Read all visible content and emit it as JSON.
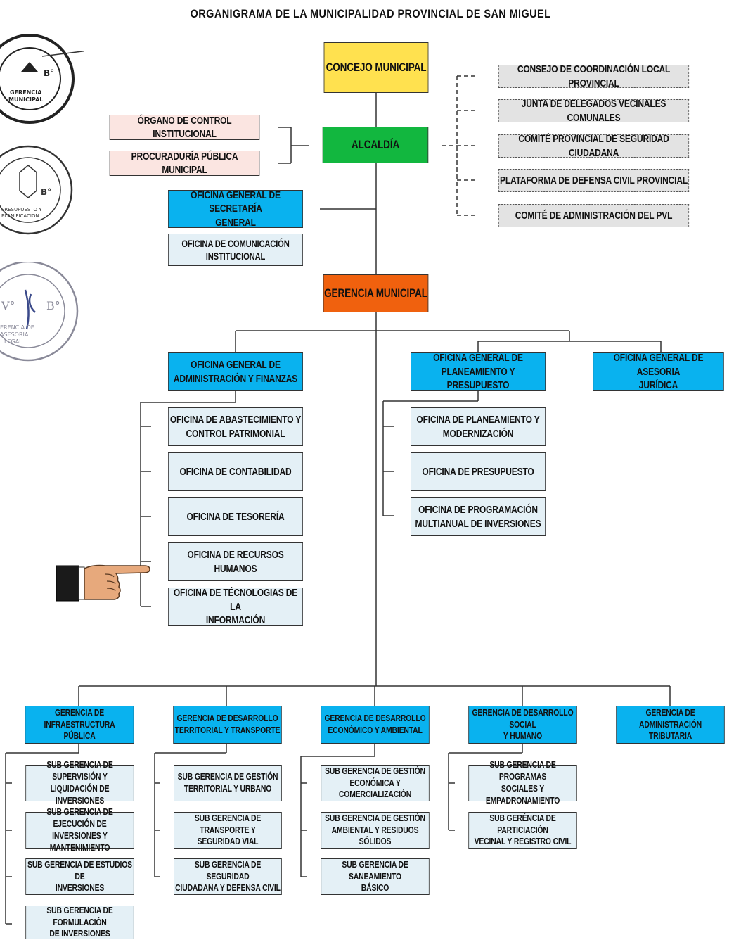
{
  "title": "ORGANIGRAMA DE LA MUNICIPALIDAD PROVINCIAL DE SAN MIGUEL",
  "stamps": {
    "s1": "GERENCIA MUNICIPAL",
    "s2": "PRESUPUESTO Y PLANIFICACION",
    "s3": "GERENCIA DE ASESORIA LEGAL"
  },
  "top": {
    "concejo": "CONCEJO MUNICIPAL",
    "alcaldia": "ALCALDÍA",
    "gerencia_municipal": "GERENCIA MUNICIPAL"
  },
  "left_advisory": {
    "oci": "ÓRGANO DE CONTROL INSTITUCIONAL",
    "procuraduria": "PROCURADURÍA PÚBLICA MUNICIPAL"
  },
  "right_councils": [
    "CONSEJO DE COORDINACIÓN LOCAL PROVINCIAL",
    "JUNTA DE DELEGADOS VECINALES COMUNALES",
    "COMITÉ PROVINCIAL DE SEGURIDAD CIUDADANA",
    "PLATAFORMA DE DEFENSA CIVIL PROVINCIAL",
    "COMITÉ DE ADMINISTRACIÓN DEL PVL"
  ],
  "secretaria": {
    "title": [
      "OFICINA GENERAL DE SECRETARÍA",
      "GENERAL"
    ],
    "comunicacion": [
      "OFICINA DE COMUNICACIÓN",
      "INSTITUCIONAL"
    ]
  },
  "admin": {
    "title": [
      "OFICINA GENERAL DE",
      "ADMINISTRACIÓN Y FINANZAS"
    ],
    "items": [
      [
        "OFICINA DE ABASTECIMIENTO Y",
        "CONTROL PATRIMONIAL"
      ],
      [
        "OFICINA DE CONTABILIDAD"
      ],
      [
        "OFICINA DE TESORERÍA"
      ],
      [
        "OFICINA DE RECURSOS HUMANOS"
      ],
      [
        "OFICINA  DE TÉCNOLOGIAS DE LA",
        "INFORMACIÓN"
      ]
    ]
  },
  "planeamiento": {
    "title": [
      "OFICINA GENERAL DE",
      "PLANEAMIENTO Y PRESUPUESTO"
    ],
    "items": [
      [
        "OFICINA DE PLANEAMIENTO Y",
        "MODERNIZACIÓN"
      ],
      [
        "OFICINA DE PRESUPUESTO"
      ],
      [
        "OFICINA DE PROGRAMACIÓN",
        "MULTIANUAL DE INVERSIONES"
      ]
    ]
  },
  "asesoria": {
    "title": [
      "OFICINA  GENERAL DE ASESORIA",
      "JURÍDICA"
    ]
  },
  "gerencias": [
    {
      "title": [
        "GERENCIA DE INFRAESTRUCTURA",
        "PÚBLICA"
      ],
      "subs": [
        [
          "SUB GERENCIA DE SUPERVISIÓN Y",
          "LIQUIDACIÓN DE INVERSIONES"
        ],
        [
          "SUB GERENCIA DE EJECUCIÓN DE",
          "INVERSIONES Y MANTENIMIENTO"
        ],
        [
          "SUB GERENCIA DE ESTUDIOS DE",
          "INVERSIONES"
        ],
        [
          "SUB GERENCIA DE FORMULACIÓN",
          "DE INVERSIONES"
        ]
      ]
    },
    {
      "title": [
        "GERENCIA DE DESARROLLO",
        "TERRITORIAL Y TRANSPORTE"
      ],
      "subs": [
        [
          "SUB GERENCIA DE GESTIÓN",
          "TERRITORIAL Y URBANO"
        ],
        [
          "SUB GERENCIA DE TRANSPORTE Y",
          "SEGURIDAD VIAL"
        ],
        [
          "SUB GERENCIA DE SEGURIDAD",
          "CIUDADANA  Y DEFENSA CIVIL"
        ]
      ]
    },
    {
      "title": [
        "GERENCIA DE DESARROLLO",
        "ECONÓMICO Y AMBIENTAL"
      ],
      "subs": [
        [
          "SUB GERENCIA DE GESTIÓN",
          "ECONÓMICA Y COMERCIALIZACIÓN"
        ],
        [
          "SUB GERENCIA DE GESTIÓN",
          "AMBIENTAL Y RESIDUOS SÓLIDOS"
        ],
        [
          "SUB GERENCIA DE SANEAMIENTO",
          "BÁSICO"
        ]
      ]
    },
    {
      "title": [
        "GERENCIA DE DESARROLLO SOCIAL",
        "Y HUMANO"
      ],
      "subs": [
        [
          "SUB GERENCIA DE PROGRAMAS",
          "SOCIALES Y EMPADRONAMIENTO"
        ],
        [
          "SUB GERÉNCIA DE PARTICIACIÓN",
          "VECINAL Y REGISTRO CIVIL"
        ]
      ]
    },
    {
      "title": [
        "GERENCIA DE ADMINISTRACIÓN",
        "TRIBUTARIA"
      ],
      "subs": []
    }
  ]
}
